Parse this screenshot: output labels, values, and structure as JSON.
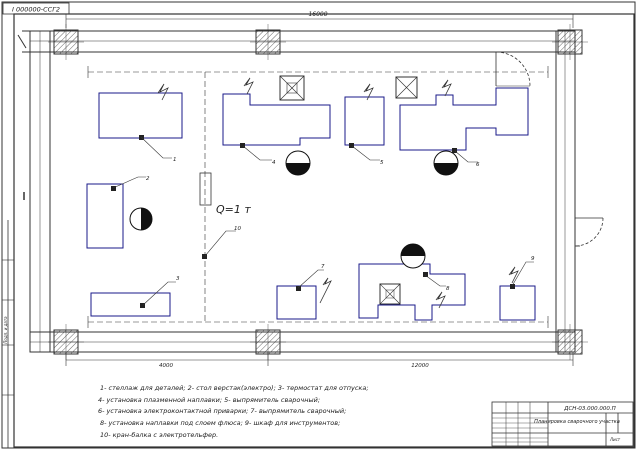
{
  "sheet": {
    "corner_stamp": "I 000000-CCГ2",
    "left_margin_label": "Подп. и дата"
  },
  "plan": {
    "dimension_top": "16000",
    "dimension_bottom_left": "4000",
    "dimension_bottom_right": "12000",
    "load_capacity_label": "Q=1 т",
    "callouts": [
      "1",
      "2",
      "3",
      "4",
      "5",
      "6",
      "7",
      "8",
      "9",
      "10"
    ]
  },
  "legend": {
    "lines": [
      "1- стеллаж для деталей; 2- стол верстак(электро); 3- термостат для отпуска;",
      "4- установка плазменной наплавки; 5- выпрямитель сварочный;",
      "6- установка электроконтактной приварки; 7- выпрямитель сварочный;",
      "8- установка наплавки под слоем флюса; 9- шкаф для инструментов;",
      "10- кран-балка с электротельфер."
    ]
  },
  "title_block": {
    "document_code": "ДСН-03.000.000.П",
    "title": "Планировка сварочного участка",
    "sheet_label": "Лист"
  }
}
